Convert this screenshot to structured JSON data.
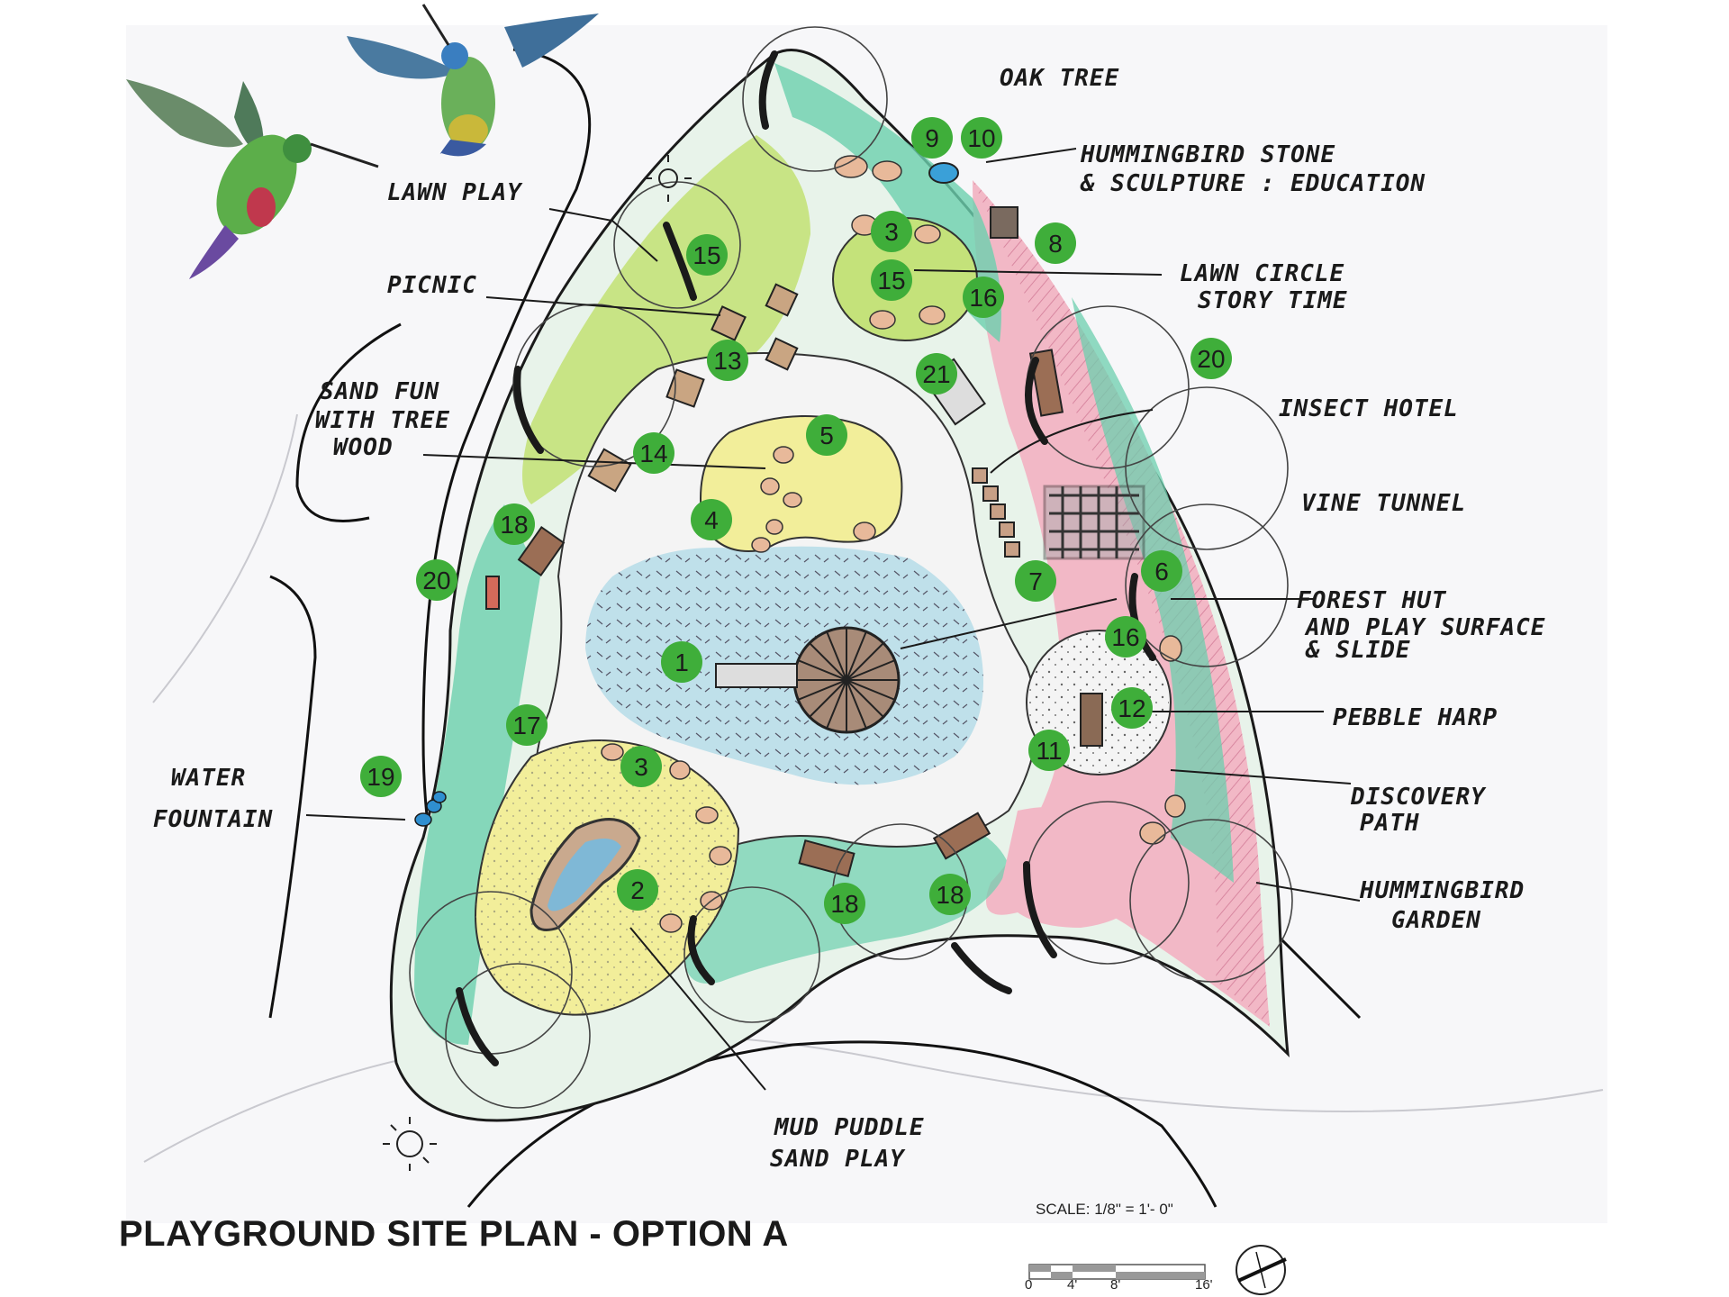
{
  "labels": {
    "oak_tree": "OAK TREE",
    "hummingbird_stone_1": "HUMMINGBIRD STONE",
    "hummingbird_stone_2": "& SCULPTURE : EDUCATION",
    "lawn_play": "LAWN PLAY",
    "lawn_circle_1": "LAWN CIRCLE",
    "lawn_circle_2": "STORY TIME",
    "picnic": "PICNIC",
    "sand_fun_1": "SAND FUN",
    "sand_fun_2": "WITH TREE",
    "sand_fun_3": "WOOD",
    "insect_hotel": "INSECT HOTEL",
    "vine_tunnel": "VINE TUNNEL",
    "forest_hut_1": "FOREST HUT",
    "forest_hut_2": "AND PLAY SURFACE",
    "forest_hut_3": "& SLIDE",
    "pebble_harp": "PEBBLE HARP",
    "discovery_path_1": "DISCOVERY",
    "discovery_path_2": "PATH",
    "water_fountain_1": "WATER",
    "water_fountain_2": "FOUNTAIN",
    "hummingbird_garden_1": "HUMMINGBIRD",
    "hummingbird_garden_2": "GARDEN",
    "mud_puddle_1": "MUD PUDDLE",
    "mud_puddle_2": "SAND PLAY"
  },
  "markers": [
    "9",
    "10",
    "3",
    "8",
    "15",
    "15",
    "16",
    "20",
    "13",
    "21",
    "5",
    "14",
    "4",
    "18",
    "20",
    "7",
    "6",
    "1",
    "16",
    "12",
    "17",
    "11",
    "3",
    "19",
    "2",
    "18",
    "18"
  ],
  "footer": {
    "title": "PLAYGROUND SITE PLAN - OPTION A",
    "scale_label": "SCALE: 1/8\" = 1'- 0\"",
    "ticks": [
      "0",
      "4'",
      "8'",
      "16'"
    ]
  },
  "colors": {
    "marker_fill": "#3fae3a",
    "water": "#bfe0ea",
    "sand": "#f2ee9a",
    "lawn": "#c4e27a",
    "garden_teal": "#6ccfae",
    "garden_pink": "#f2b8c6"
  }
}
